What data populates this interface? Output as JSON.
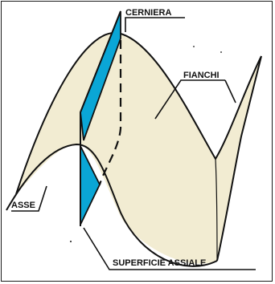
{
  "labels": {
    "hinge": "CERNIERA",
    "limbs": "FIANCHI",
    "axis": "ASSE",
    "axial_surface": "SUPERFICIE ASSIALE"
  },
  "colors": {
    "limb_fill": "#f2ecd2",
    "axial_plane": "#0aa6d6",
    "outline": "#111111"
  }
}
